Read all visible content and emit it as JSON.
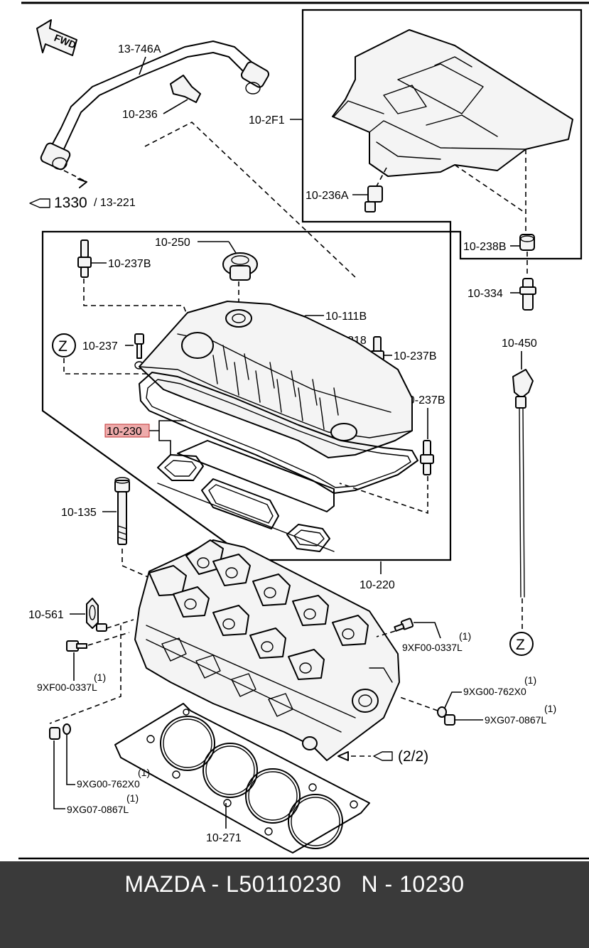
{
  "footer": {
    "text": "MAZDA - L50110230   N - 10230"
  },
  "labels": {
    "hose": "13-746A",
    "clip": "10-236",
    "cover": "10-2F1",
    "cover_clip": "10-236A",
    "ref_1330": "1330",
    "ref_13221": "/ 13-221",
    "oil_cap": "10-250",
    "bolt_237b_left": "10-237B",
    "fitting_111b": "10-111B",
    "bolt_218": "10-218",
    "bolt_237": "10-237",
    "bolt_237b_mid": "10-237B",
    "bolt_237b_right": "10-237B",
    "insulator_238b": "10-238B",
    "bracket_334": "10-334",
    "dipstick_450": "10-450",
    "gasket_230": "10-230",
    "bolt_135": "10-135",
    "head_220": "10-220",
    "hook_561": "10-561",
    "bolt_xf00_right": "9XF00-0337L",
    "qty_xf00_right": "(1)",
    "bolt_xf00_left": "9XF00-0337L",
    "qty_xf00_left": "(1)",
    "plug_xg00_right": "9XG00-762X0",
    "qty_xg00_right": "(1)",
    "plug_xg07_right": "9XG07-0867L",
    "qty_xg07_right": "(1)",
    "plug_xg00_left": "9XG00-762X0",
    "qty_xg00_left": "(1)",
    "plug_xg07_left": "9XG07-0867L",
    "qty_xg07_left": "(1)",
    "head_gasket_271": "10-271",
    "ref_22": "(2/2)",
    "z_left": "Z",
    "z_right": "Z",
    "fwd": "FWD"
  },
  "colors": {
    "highlight": "#e06666",
    "footer_bg": "#3a3a3a",
    "footer_text": "#ffffff"
  }
}
